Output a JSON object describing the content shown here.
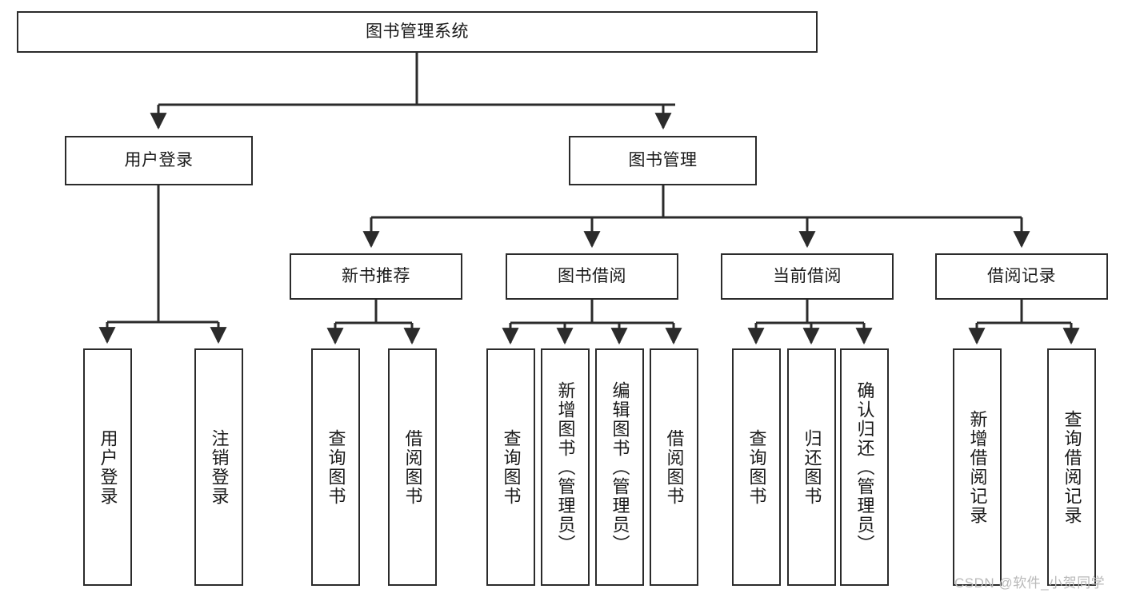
{
  "diagram": {
    "title": "图书管理系统",
    "type": "tree",
    "orientation": "top-down",
    "levels": 4,
    "colors": {
      "box_border": "#2b2b2b",
      "box_fill": "#ffffff",
      "connector": "#2b2b2b",
      "text": "#1a1a1a",
      "watermark": "#b9b9b9",
      "background": "#ffffff"
    },
    "nodes": {
      "root": {
        "label": "图书管理系统"
      },
      "level2": [
        {
          "id": "user-login",
          "label": "用户登录"
        },
        {
          "id": "book-manage",
          "label": "图书管理"
        }
      ],
      "level3": [
        {
          "id": "new-book-recommend",
          "label": "新书推荐"
        },
        {
          "id": "book-borrow",
          "label": "图书借阅"
        },
        {
          "id": "current-borrow",
          "label": "当前借阅"
        },
        {
          "id": "borrow-record",
          "label": "借阅记录"
        }
      ],
      "leaves": {
        "user-login": [
          {
            "id": "leaf-user-login",
            "label": "用户登录"
          },
          {
            "id": "leaf-logout",
            "label": "注销登录"
          }
        ],
        "new-book-recommend": [
          {
            "id": "leaf-query-book-1",
            "label": "查询图书"
          },
          {
            "id": "leaf-borrow-book-1",
            "label": "借阅图书"
          }
        ],
        "book-borrow": [
          {
            "id": "leaf-query-book-2",
            "label": "查询图书"
          },
          {
            "id": "leaf-add-book",
            "label": "新增图书（管理员）"
          },
          {
            "id": "leaf-edit-book",
            "label": "编辑图书（管理员）"
          },
          {
            "id": "leaf-borrow-book-2",
            "label": "借阅图书"
          }
        ],
        "current-borrow": [
          {
            "id": "leaf-query-book-3",
            "label": "查询图书"
          },
          {
            "id": "leaf-return-book",
            "label": "归还图书"
          },
          {
            "id": "leaf-confirm-return",
            "label": "确认归还（管理员）"
          }
        ],
        "borrow-record": [
          {
            "id": "leaf-add-record",
            "label": "新增借阅记录"
          },
          {
            "id": "leaf-query-record",
            "label": "查询借阅记录"
          }
        ]
      }
    },
    "watermark": "CSDN @软件_小贺同学"
  }
}
